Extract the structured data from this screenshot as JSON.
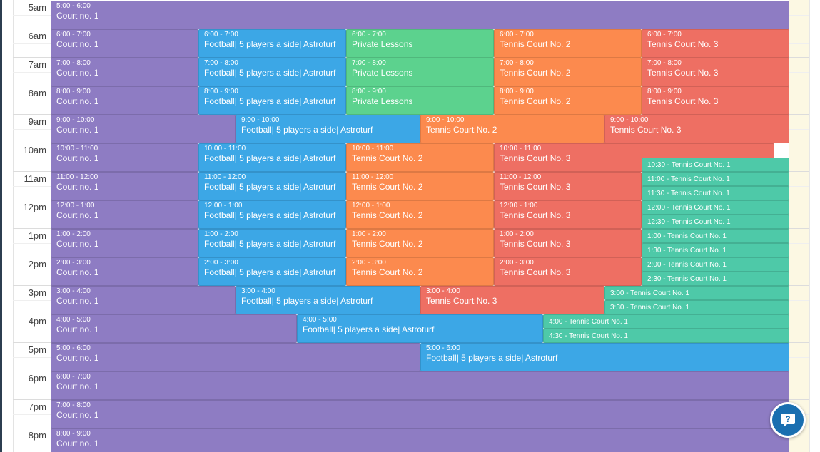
{
  "colors": {
    "court1": "#8e7cc3",
    "football": "#3ca7e6",
    "private": "#5cd28e",
    "tennis2": "#fc8a4e",
    "tennis3": "#ee6f63",
    "tennis1": "#4ec9a8"
  },
  "hours": [
    "5am",
    "6am",
    "7am",
    "8am",
    "9am",
    "10am",
    "11am",
    "12pm",
    "1pm",
    "2pm",
    "3pm",
    "4pm",
    "5pm",
    "6pm",
    "7pm",
    "8pm"
  ],
  "events": [
    {
      "row": 0,
      "h": 1,
      "col": [
        0,
        1
      ],
      "c": "court1",
      "time": "5:00 - 6:00",
      "name": "Court no. 1"
    },
    {
      "row": 1,
      "h": 1,
      "col": [
        0,
        0.2
      ],
      "c": "court1",
      "time": "6:00 - 7:00",
      "name": "Court no. 1"
    },
    {
      "row": 1,
      "h": 1,
      "col": [
        0.2,
        0.4
      ],
      "c": "football",
      "time": "6:00 - 7:00",
      "name": "Football| 5 players a side| Astroturf"
    },
    {
      "row": 1,
      "h": 1,
      "col": [
        0.4,
        0.6
      ],
      "c": "private",
      "time": "6:00 - 7:00",
      "name": "Private Lessons"
    },
    {
      "row": 1,
      "h": 1,
      "col": [
        0.6,
        0.8
      ],
      "c": "tennis2",
      "time": "6:00 - 7:00",
      "name": "Tennis Court No. 2"
    },
    {
      "row": 1,
      "h": 1,
      "col": [
        0.8,
        1
      ],
      "c": "tennis3",
      "time": "6:00 - 7:00",
      "name": "Tennis Court No. 3"
    },
    {
      "row": 2,
      "h": 1,
      "col": [
        0,
        0.2
      ],
      "c": "court1",
      "time": "7:00 - 8:00",
      "name": "Court no. 1"
    },
    {
      "row": 2,
      "h": 1,
      "col": [
        0.2,
        0.4
      ],
      "c": "football",
      "time": "7:00 - 8:00",
      "name": "Football| 5 players a side| Astroturf"
    },
    {
      "row": 2,
      "h": 1,
      "col": [
        0.4,
        0.6
      ],
      "c": "private",
      "time": "7:00 - 8:00",
      "name": "Private Lessons"
    },
    {
      "row": 2,
      "h": 1,
      "col": [
        0.6,
        0.8
      ],
      "c": "tennis2",
      "time": "7:00 - 8:00",
      "name": "Tennis Court No. 2"
    },
    {
      "row": 2,
      "h": 1,
      "col": [
        0.8,
        1
      ],
      "c": "tennis3",
      "time": "7:00 - 8:00",
      "name": "Tennis Court No. 3"
    },
    {
      "row": 3,
      "h": 1,
      "col": [
        0,
        0.2
      ],
      "c": "court1",
      "time": "8:00 - 9:00",
      "name": "Court no. 1"
    },
    {
      "row": 3,
      "h": 1,
      "col": [
        0.2,
        0.4
      ],
      "c": "football",
      "time": "8:00 - 9:00",
      "name": "Football| 5 players a side| Astroturf"
    },
    {
      "row": 3,
      "h": 1,
      "col": [
        0.4,
        0.6
      ],
      "c": "private",
      "time": "8:00 - 9:00",
      "name": "Private Lessons"
    },
    {
      "row": 3,
      "h": 1,
      "col": [
        0.6,
        0.8
      ],
      "c": "tennis2",
      "time": "8:00 - 9:00",
      "name": "Tennis Court No. 2"
    },
    {
      "row": 3,
      "h": 1,
      "col": [
        0.8,
        1
      ],
      "c": "tennis3",
      "time": "8:00 - 9:00",
      "name": "Tennis Court No. 3"
    },
    {
      "row": 4,
      "h": 1,
      "col": [
        0,
        0.25
      ],
      "c": "court1",
      "time": "9:00 - 10:00",
      "name": "Court no. 1"
    },
    {
      "row": 4,
      "h": 1,
      "col": [
        0.25,
        0.5
      ],
      "c": "football",
      "time": "9:00 - 10:00",
      "name": "Football| 5 players a side| Astroturf"
    },
    {
      "row": 4,
      "h": 1,
      "col": [
        0.5,
        0.75
      ],
      "c": "tennis2",
      "time": "9:00 - 10:00",
      "name": "Tennis Court No. 2"
    },
    {
      "row": 4,
      "h": 1,
      "col": [
        0.75,
        1
      ],
      "c": "tennis3",
      "time": "9:00 - 10:00",
      "name": "Tennis Court No. 3"
    },
    {
      "row": 5,
      "h": 1,
      "col": [
        0,
        0.2
      ],
      "c": "court1",
      "time": "10:00 - 11:00",
      "name": "Court no. 1"
    },
    {
      "row": 5,
      "h": 1,
      "col": [
        0.2,
        0.4
      ],
      "c": "football",
      "time": "10:00 - 11:00",
      "name": "Football| 5 players a side| Astroturf"
    },
    {
      "row": 5,
      "h": 1,
      "col": [
        0.4,
        0.6
      ],
      "c": "tennis2",
      "time": "10:00 - 11:00",
      "name": "Tennis Court No. 2"
    },
    {
      "row": 5,
      "h": 1,
      "col": [
        0.6,
        0.98
      ],
      "c": "tennis3",
      "time": "10:00 - 11:00",
      "name": "Tennis Court No. 3"
    },
    {
      "row": 5.5,
      "h": 0.5,
      "col": [
        0.8,
        1
      ],
      "c": "tennis1",
      "one": "10:30 - Tennis Court No. 1"
    },
    {
      "row": 6,
      "h": 1,
      "col": [
        0,
        0.2
      ],
      "c": "court1",
      "time": "11:00 - 12:00",
      "name": "Court no. 1"
    },
    {
      "row": 6,
      "h": 1,
      "col": [
        0.2,
        0.4
      ],
      "c": "football",
      "time": "11:00 - 12:00",
      "name": "Football| 5 players a side| Astroturf"
    },
    {
      "row": 6,
      "h": 1,
      "col": [
        0.4,
        0.6
      ],
      "c": "tennis2",
      "time": "11:00 - 12:00",
      "name": "Tennis Court No. 2"
    },
    {
      "row": 6,
      "h": 1,
      "col": [
        0.6,
        0.8
      ],
      "c": "tennis3",
      "time": "11:00 - 12:00",
      "name": "Tennis Court No. 3"
    },
    {
      "row": 6,
      "h": 0.5,
      "col": [
        0.8,
        1
      ],
      "c": "tennis1",
      "one": "11:00 - Tennis Court No. 1"
    },
    {
      "row": 6.5,
      "h": 0.5,
      "col": [
        0.8,
        1
      ],
      "c": "tennis1",
      "one": "11:30 - Tennis Court No. 1"
    },
    {
      "row": 7,
      "h": 1,
      "col": [
        0,
        0.2
      ],
      "c": "court1",
      "time": "12:00 - 1:00",
      "name": "Court no. 1"
    },
    {
      "row": 7,
      "h": 1,
      "col": [
        0.2,
        0.4
      ],
      "c": "football",
      "time": "12:00 - 1:00",
      "name": "Football| 5 players a side| Astroturf"
    },
    {
      "row": 7,
      "h": 1,
      "col": [
        0.4,
        0.6
      ],
      "c": "tennis2",
      "time": "12:00 - 1:00",
      "name": "Tennis Court No. 2"
    },
    {
      "row": 7,
      "h": 1,
      "col": [
        0.6,
        0.8
      ],
      "c": "tennis3",
      "time": "12:00 - 1:00",
      "name": "Tennis Court No. 3"
    },
    {
      "row": 7,
      "h": 0.5,
      "col": [
        0.8,
        1
      ],
      "c": "tennis1",
      "one": "12:00 - Tennis Court No. 1"
    },
    {
      "row": 7.5,
      "h": 0.5,
      "col": [
        0.8,
        1
      ],
      "c": "tennis1",
      "one": "12:30 - Tennis Court No. 1"
    },
    {
      "row": 8,
      "h": 1,
      "col": [
        0,
        0.2
      ],
      "c": "court1",
      "time": "1:00 - 2:00",
      "name": "Court no. 1"
    },
    {
      "row": 8,
      "h": 1,
      "col": [
        0.2,
        0.4
      ],
      "c": "football",
      "time": "1:00 - 2:00",
      "name": "Football| 5 players a side| Astroturf"
    },
    {
      "row": 8,
      "h": 1,
      "col": [
        0.4,
        0.6
      ],
      "c": "tennis2",
      "time": "1:00 - 2:00",
      "name": "Tennis Court No. 2"
    },
    {
      "row": 8,
      "h": 1,
      "col": [
        0.6,
        0.8
      ],
      "c": "tennis3",
      "time": "1:00 - 2:00",
      "name": "Tennis Court No. 3"
    },
    {
      "row": 8,
      "h": 0.5,
      "col": [
        0.8,
        1
      ],
      "c": "tennis1",
      "one": "1:00 - Tennis Court No. 1"
    },
    {
      "row": 8.5,
      "h": 0.5,
      "col": [
        0.8,
        1
      ],
      "c": "tennis1",
      "one": "1:30 - Tennis Court No. 1"
    },
    {
      "row": 9,
      "h": 1,
      "col": [
        0,
        0.2
      ],
      "c": "court1",
      "time": "2:00 - 3:00",
      "name": "Court no. 1"
    },
    {
      "row": 9,
      "h": 1,
      "col": [
        0.2,
        0.4
      ],
      "c": "football",
      "time": "2:00 - 3:00",
      "name": "Football| 5 players a side| Astroturf"
    },
    {
      "row": 9,
      "h": 1,
      "col": [
        0.4,
        0.6
      ],
      "c": "tennis2",
      "time": "2:00 - 3:00",
      "name": "Tennis Court No. 2"
    },
    {
      "row": 9,
      "h": 1,
      "col": [
        0.6,
        0.8
      ],
      "c": "tennis3",
      "time": "2:00 - 3:00",
      "name": "Tennis Court No. 3"
    },
    {
      "row": 9,
      "h": 0.5,
      "col": [
        0.8,
        1
      ],
      "c": "tennis1",
      "one": "2:00 - Tennis Court No. 1"
    },
    {
      "row": 9.5,
      "h": 0.5,
      "col": [
        0.8,
        1
      ],
      "c": "tennis1",
      "one": "2:30 - Tennis Court No. 1"
    },
    {
      "row": 10,
      "h": 1,
      "col": [
        0,
        0.25
      ],
      "c": "court1",
      "time": "3:00 - 4:00",
      "name": "Court no. 1"
    },
    {
      "row": 10,
      "h": 1,
      "col": [
        0.25,
        0.5
      ],
      "c": "football",
      "time": "3:00 - 4:00",
      "name": "Football| 5 players a side| Astroturf"
    },
    {
      "row": 10,
      "h": 1,
      "col": [
        0.5,
        0.75
      ],
      "c": "tennis3",
      "time": "3:00 - 4:00",
      "name": "Tennis Court No. 3"
    },
    {
      "row": 10,
      "h": 0.5,
      "col": [
        0.75,
        1
      ],
      "c": "tennis1",
      "one": "3:00 - Tennis Court No. 1"
    },
    {
      "row": 10.5,
      "h": 0.5,
      "col": [
        0.75,
        1
      ],
      "c": "tennis1",
      "one": "3:30 - Tennis Court No. 1"
    },
    {
      "row": 11,
      "h": 1,
      "col": [
        0,
        0.3333
      ],
      "c": "court1",
      "time": "4:00 - 5:00",
      "name": "Court no. 1"
    },
    {
      "row": 11,
      "h": 1,
      "col": [
        0.3333,
        0.6667
      ],
      "c": "football",
      "time": "4:00 - 5:00",
      "name": "Football| 5 players a side| Astroturf"
    },
    {
      "row": 11,
      "h": 0.5,
      "col": [
        0.6667,
        1
      ],
      "c": "tennis1",
      "one": "4:00 - Tennis Court No. 1"
    },
    {
      "row": 11.5,
      "h": 0.5,
      "col": [
        0.6667,
        1
      ],
      "c": "tennis1",
      "one": "4:30 - Tennis Court No. 1"
    },
    {
      "row": 12,
      "h": 1,
      "col": [
        0,
        0.5
      ],
      "c": "court1",
      "time": "5:00 - 6:00",
      "name": "Court no. 1"
    },
    {
      "row": 12,
      "h": 1,
      "col": [
        0.5,
        1
      ],
      "c": "football",
      "time": "5:00 - 6:00",
      "name": "Football| 5 players a side| Astroturf"
    },
    {
      "row": 13,
      "h": 1,
      "col": [
        0,
        1
      ],
      "c": "court1",
      "time": "6:00 - 7:00",
      "name": "Court no. 1"
    },
    {
      "row": 14,
      "h": 1,
      "col": [
        0,
        1
      ],
      "c": "court1",
      "time": "7:00 - 8:00",
      "name": "Court no. 1"
    },
    {
      "row": 15,
      "h": 1,
      "col": [
        0,
        1
      ],
      "c": "court1",
      "time": "8:00 - 9:00",
      "name": "Court no. 1"
    }
  ],
  "help": {
    "icon": "question-chat-icon",
    "glyph": "?"
  }
}
